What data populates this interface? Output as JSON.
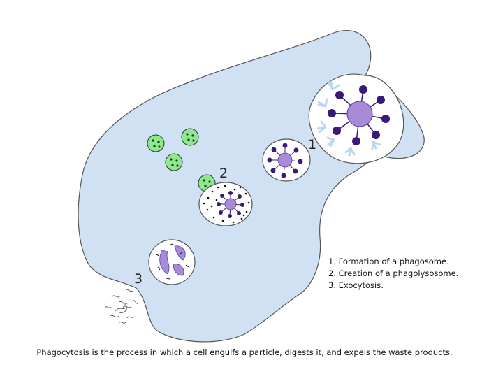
{
  "steps": {
    "one": "1",
    "two": "2",
    "three": "3"
  },
  "legend": [
    "1. Formation of a phagosome.",
    "2. Creation of a phagolysosome.",
    "3. Exocytosis."
  ],
  "caption": "Phagocytosis is the process in which a cell engulfs a particle, digests it, and expels the waste products.",
  "colors": {
    "cytoplasm": "#cfe1f3",
    "outline": "#555555",
    "receptor": "#bcd7ee",
    "pathogen": "#a88ad6",
    "pathogen_spike": "#3a1a78",
    "lysosome": "#8ee88e",
    "lysosome_dot": "#1a3a1a"
  }
}
